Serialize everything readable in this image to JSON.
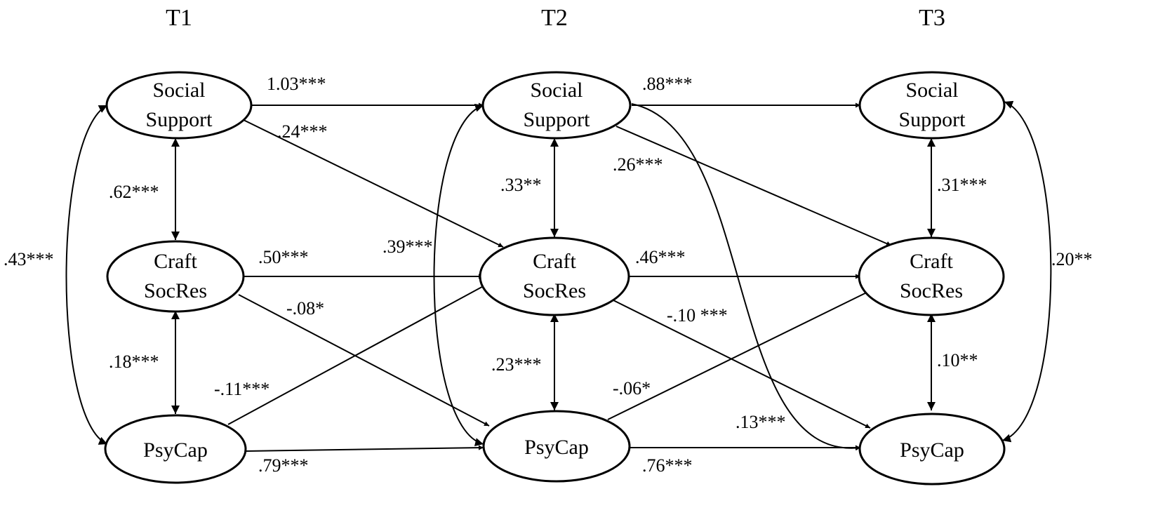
{
  "time_labels": {
    "t1": "T1",
    "t2": "T2",
    "t3": "T3"
  },
  "nodes": {
    "t1_social_support": {
      "line1": "Social",
      "line2": "Support"
    },
    "t1_craft_socres": {
      "line1": "Craft",
      "line2": "SocRes"
    },
    "t1_psycap": {
      "line1": "PsyCap"
    },
    "t2_social_support": {
      "line1": "Social",
      "line2": "Support"
    },
    "t2_craft_socres": {
      "line1": "Craft",
      "line2": "SocRes"
    },
    "t2_psycap": {
      "line1": "PsyCap"
    },
    "t3_social_support": {
      "line1": "Social",
      "line2": "Support"
    },
    "t3_craft_socres": {
      "line1": "Craft",
      "line2": "SocRes"
    },
    "t3_psycap": {
      "line1": "PsyCap"
    }
  },
  "edge_labels": {
    "ss1_ss2": "1.03***",
    "ss1_cr2": ".24***",
    "ss1_cr1": ".62***",
    "ss1_pc1": ".43***",
    "cr1_cr2": ".50***",
    "cr1_pc2": "-.08*",
    "cr1_pc1": ".18***",
    "pc1_cr2": "-.11***",
    "pc1_pc2": ".79***",
    "ss2_pc2": ".39***",
    "ss2_cr2": ".33**",
    "cr2_pc2": ".23***",
    "ss2_ss3": ".88***",
    "ss2_cr3": ".26***",
    "cr2_cr3": ".46***",
    "cr2_pc3": "-.10 ***",
    "pc2_cr3": "-.06*",
    "ss2_pc3": ".13***",
    "pc2_pc3": ".76***",
    "ss3_cr3": ".31***",
    "cr3_pc3": ".10**",
    "ss3_pc3": ".20**"
  }
}
